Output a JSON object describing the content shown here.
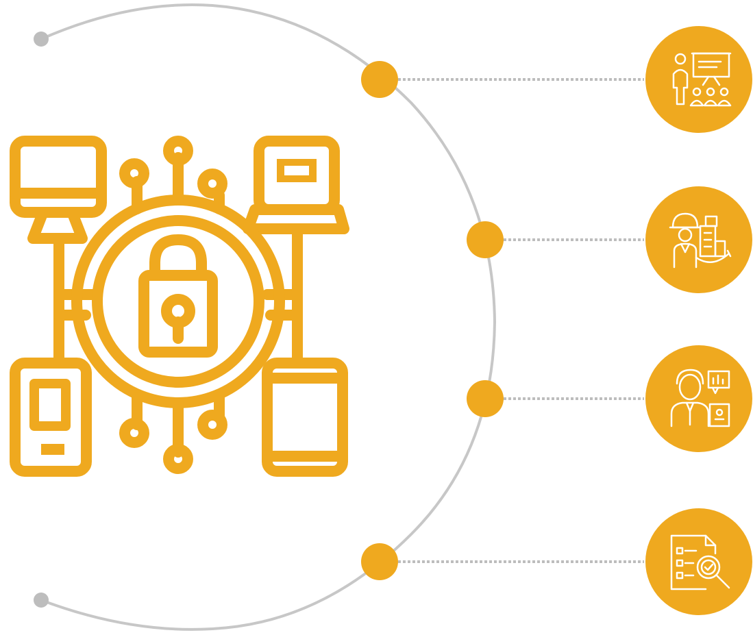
{
  "colors": {
    "accent": "#EFA91F",
    "arc": "#C7C7C7",
    "endpoint": "#BDBDBD",
    "icon_line": "#FFFFFF",
    "background": "#FFFFFF"
  },
  "central_graphic": {
    "icon": "cybersecurity-network-lock-icon",
    "devices": [
      "desktop-monitor-icon",
      "laptop-icon",
      "smartphone-icon",
      "tablet-icon"
    ]
  },
  "items": [
    {
      "id": "item-1",
      "icon": "presentation-training-icon"
    },
    {
      "id": "item-2",
      "icon": "engineer-construction-icon"
    },
    {
      "id": "item-3",
      "icon": "consultant-analytics-icon"
    },
    {
      "id": "item-4",
      "icon": "document-audit-search-icon"
    }
  ]
}
